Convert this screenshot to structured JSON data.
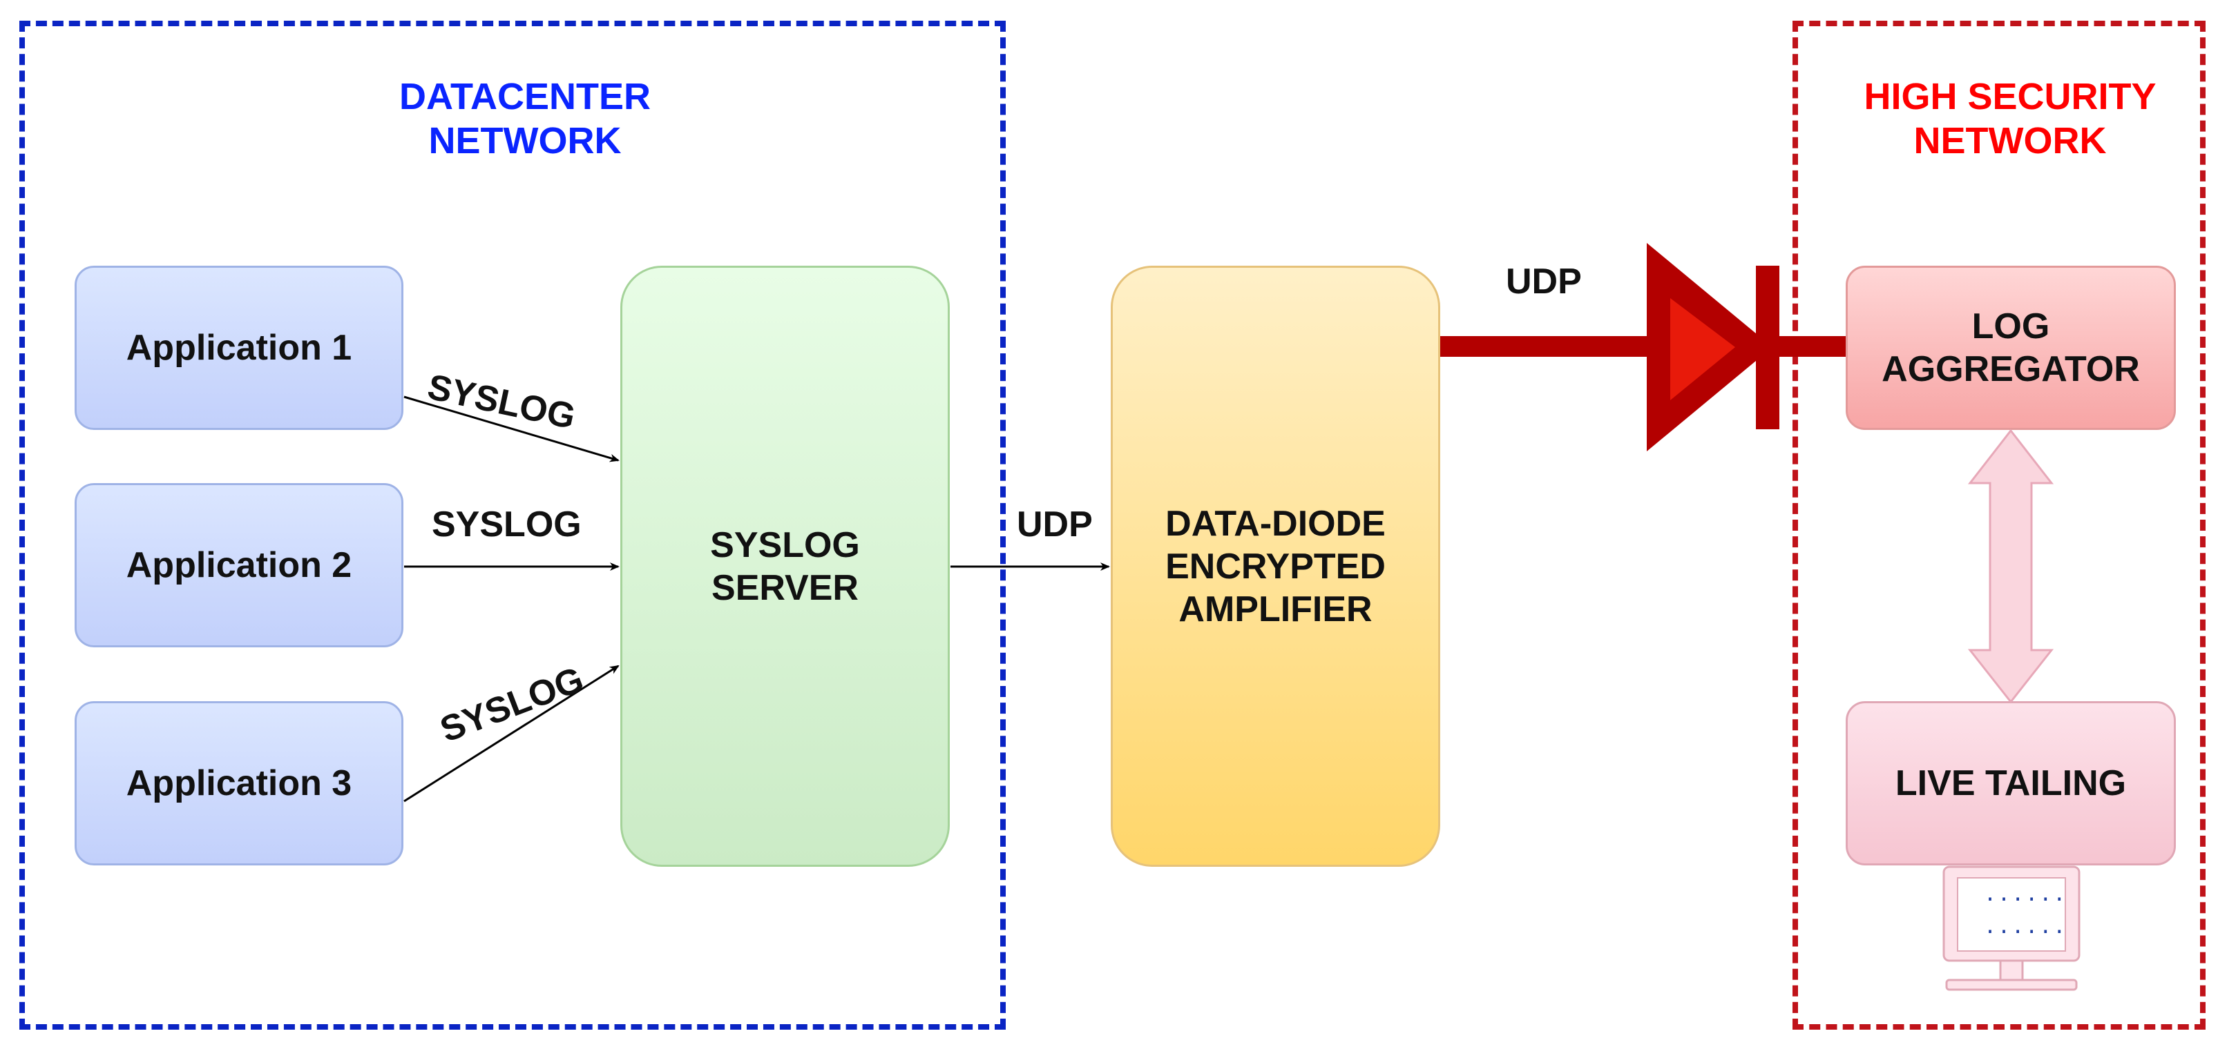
{
  "zones": {
    "datacenter": {
      "title": "DATACENTER\nNETWORK",
      "color": "#0a24c4"
    },
    "high_security": {
      "title": "HIGH SECURITY\nNETWORK",
      "color": "#c0131a"
    }
  },
  "nodes": {
    "app1": "Application 1",
    "app2": "Application 2",
    "app3": "Application 3",
    "syslog_server": "SYSLOG\nSERVER",
    "diode": "DATA-DIODE\nENCRYPTED\nAMPLIFIER",
    "aggregator": "LOG\nAGGREGATOR",
    "tailing": "LIVE TAILING"
  },
  "edges": {
    "syslog1": "SYSLOG",
    "syslog2": "SYSLOG",
    "syslog3": "SYSLOG",
    "udp1": "UDP",
    "udp2": "UDP"
  },
  "terminal": {
    "line1": "......",
    "line2": "......"
  },
  "icons": [
    "arrow-icon",
    "diode-icon",
    "bidirectional-arrow-icon",
    "monitor-icon"
  ]
}
